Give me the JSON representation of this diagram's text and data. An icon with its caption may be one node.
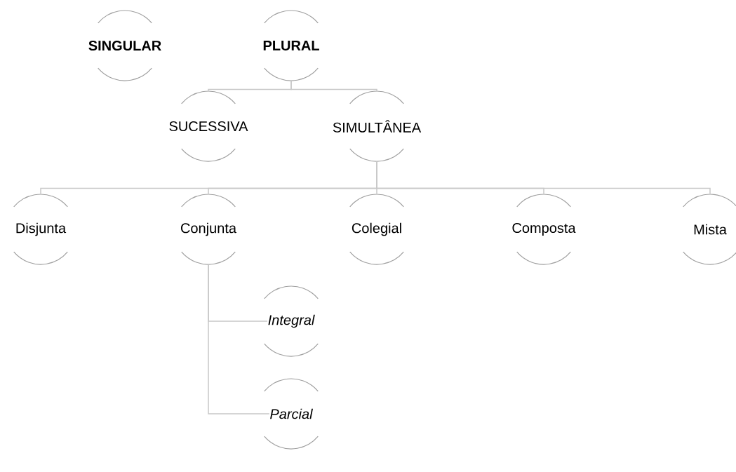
{
  "diagram": {
    "nodes": [
      {
        "text": [
          "SINGULAR"
        ]
      },
      {
        "text": [
          "PLURAL"
        ]
      },
      {
        "text": [
          "SUCESSIVA"
        ]
      },
      {
        "text": [
          "SIMULTÂNEA"
        ]
      },
      {
        "text": [
          "Disjunta"
        ]
      },
      {
        "text": [
          "Conjunta"
        ]
      },
      {
        "text": [
          "Colegial"
        ]
      },
      {
        "text": [
          "Composta"
        ]
      },
      {
        "text": [
          "Mista"
        ]
      },
      {
        "text": [
          "Integral"
        ]
      },
      {
        "text": [
          "Parcial"
        ]
      }
    ],
    "edges": [
      {
        "from": 1,
        "to": 2,
        "arrow": "none"
      },
      {
        "from": 1,
        "to": 3,
        "arrow": "none"
      },
      {
        "from": 3,
        "to": 4,
        "arrow": "none"
      },
      {
        "from": 3,
        "to": 5,
        "arrow": "none"
      },
      {
        "from": 3,
        "to": 6,
        "arrow": "none"
      },
      {
        "from": 3,
        "to": 7,
        "arrow": "none"
      },
      {
        "from": 3,
        "to": 8,
        "arrow": "none"
      },
      {
        "from": 5,
        "to": 9,
        "arrow": "none"
      },
      {
        "from": 5,
        "to": 10,
        "arrow": "none"
      }
    ]
  }
}
